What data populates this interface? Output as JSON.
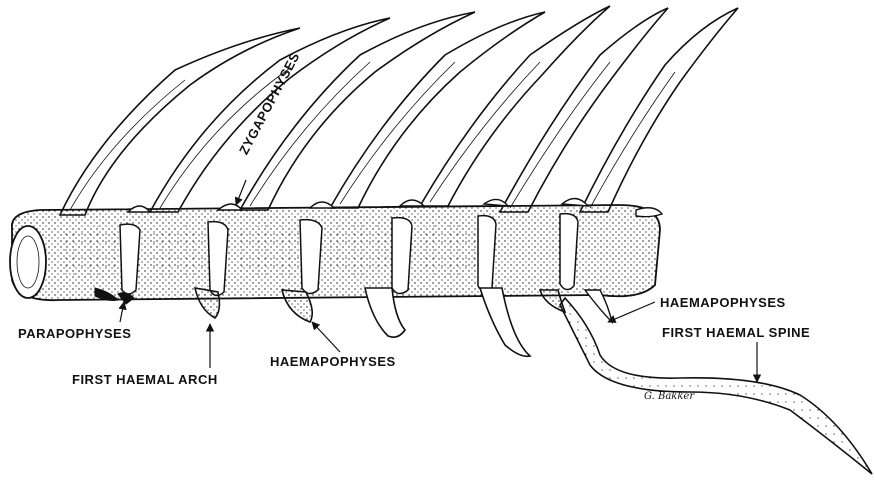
{
  "labels": {
    "zygapophyses": "ZYGAPOPHYSES",
    "parapophyses": "PARAPOPHYSES",
    "first_haemal_arch": "FIRST HAEMAL ARCH",
    "haemapophyses_lower": "HAEMAPOPHYSES",
    "haemapophyses_right": "HAEMAPOPHYSES",
    "first_haemal_spine": "FIRST HAEMAL SPINE"
  },
  "signature": "G. Bakker",
  "colors": {
    "ink": "#111111",
    "bone_fill": "#ffffff",
    "background": "#ffffff"
  }
}
